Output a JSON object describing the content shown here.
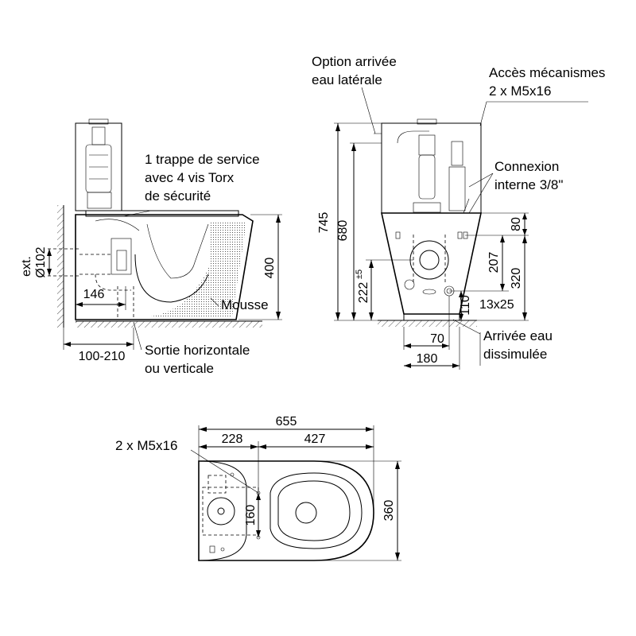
{
  "labels": {
    "option_arrivee_1": "Option arrivée",
    "option_arrivee_2": "eau latérale",
    "acces_1": "Accès mécanismes",
    "acces_2": "2 x M5x16",
    "trappe_1": "1 trappe de service",
    "trappe_2": "avec 4 vis Torx",
    "trappe_3": "de sécurité",
    "connexion_1": "Connexion",
    "connexion_2": "interne 3/8\"",
    "mousse": "Mousse",
    "sortie_1": "Sortie horizontale",
    "sortie_2": "ou verticale",
    "arrivee_1": "Arrivée eau",
    "arrivee_2": "dissimulée",
    "vis_top": "2 x M5x16"
  },
  "dimensions": {
    "side_400": "400",
    "side_ext": "ext.",
    "side_d102": "Ø102",
    "side_146": "146",
    "side_100_210": "100-210",
    "front_745": "745",
    "front_680": "680",
    "front_222": "222",
    "front_222_tol": "±5",
    "front_80": "80",
    "front_207": "207",
    "front_320": "320",
    "front_110": "110",
    "front_13x25": "13x25",
    "front_70": "70",
    "front_180": "180",
    "top_655": "655",
    "top_228": "228",
    "top_427": "427",
    "top_160": "160",
    "top_360": "360"
  }
}
